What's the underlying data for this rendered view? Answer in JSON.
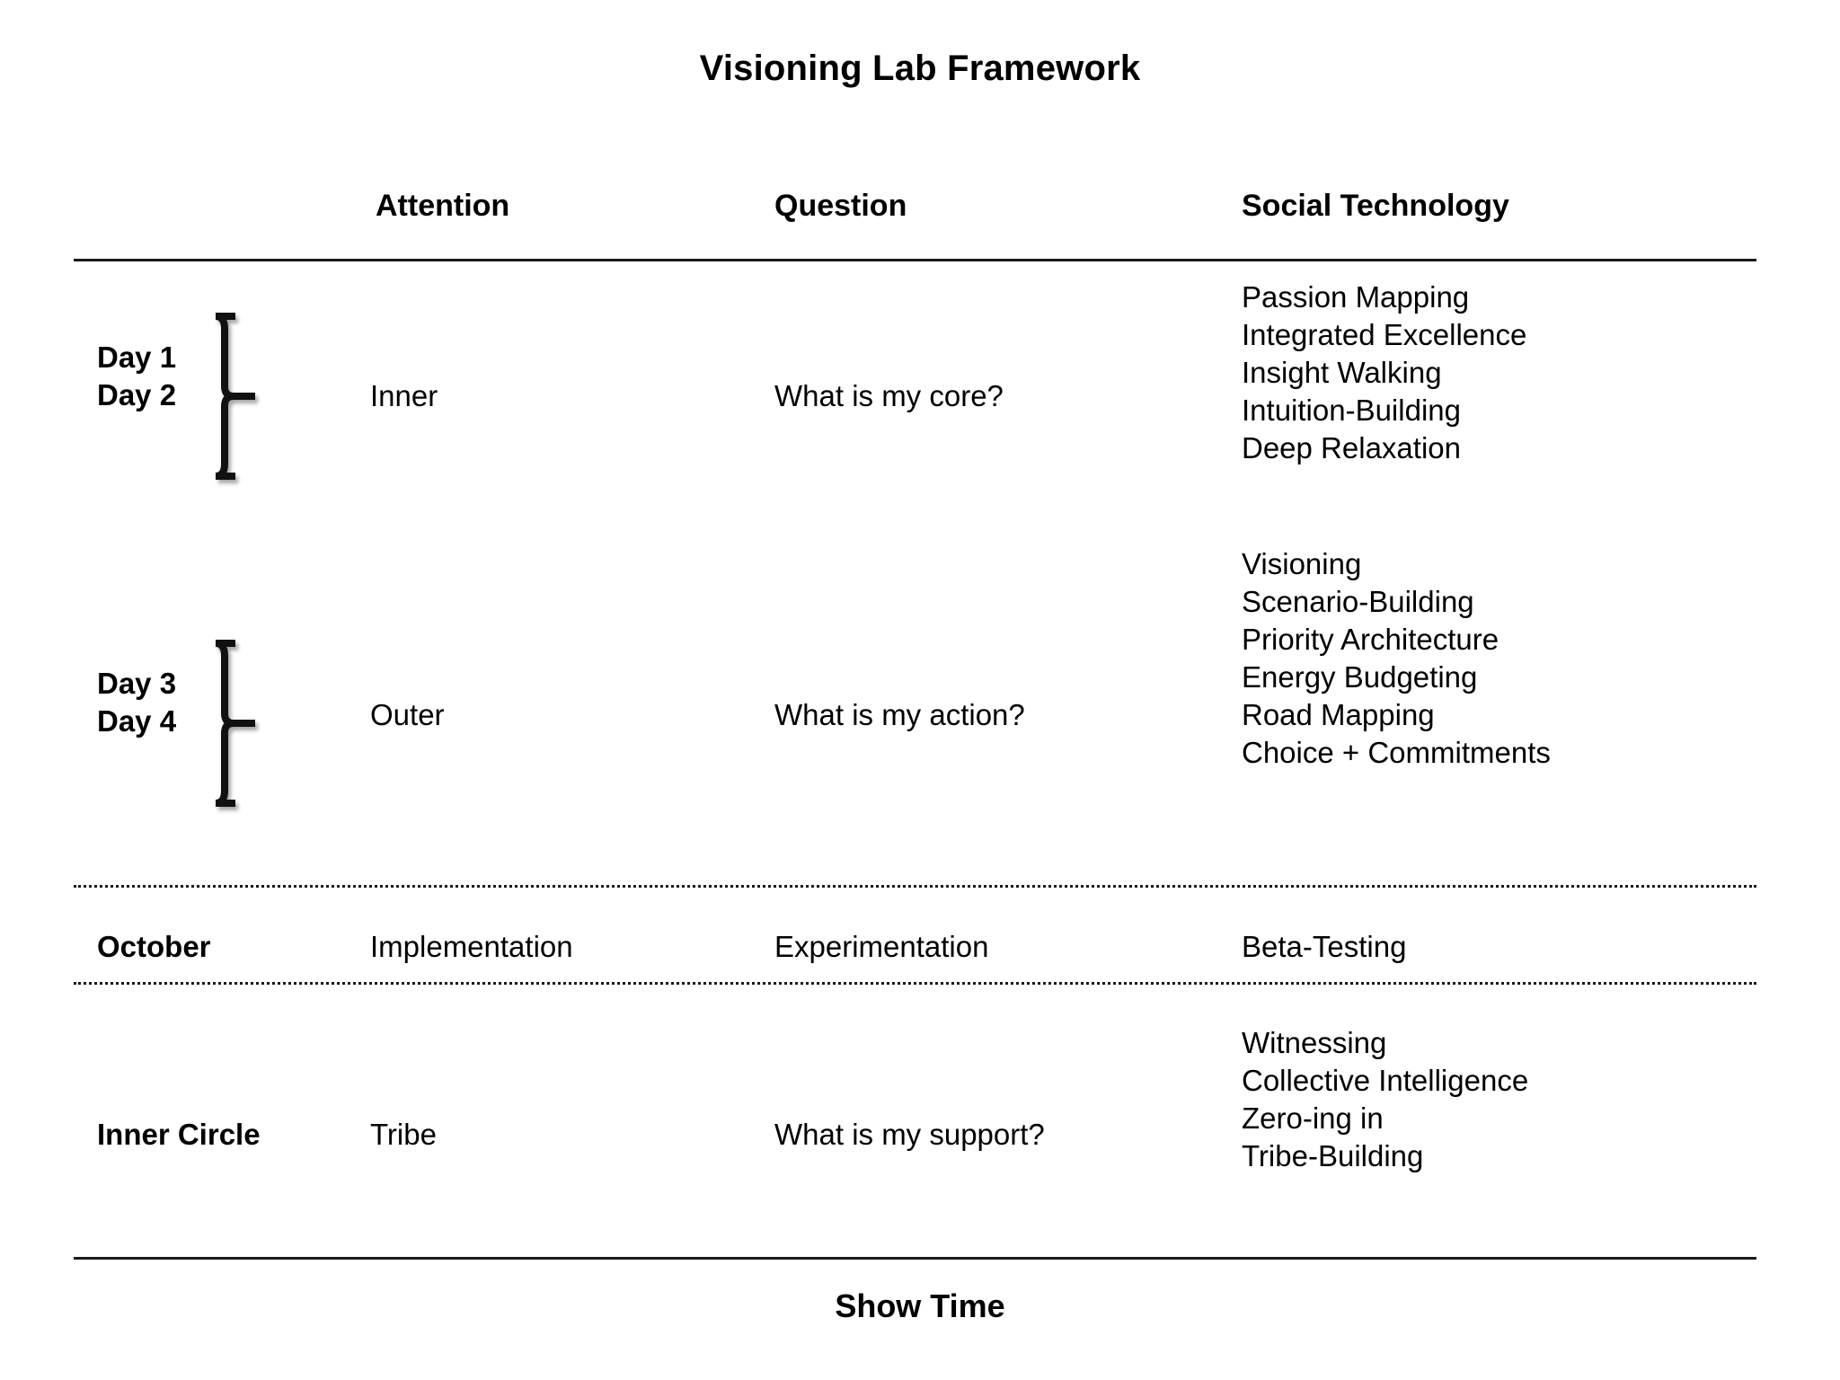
{
  "title": "Visioning Lab Framework",
  "columns": {
    "label": "",
    "attention": "Attention",
    "question": "Question",
    "social_technology": "Social Technology"
  },
  "rows": [
    {
      "label": "Day 1\nDay 2",
      "label_bold": true,
      "brace": "right-curly-brace",
      "attention": "Inner",
      "question": "What is my core?",
      "social_technology": "Passion Mapping\nIntegrated Excellence\nInsight Walking\nIntuition-Building\nDeep Relaxation"
    },
    {
      "label": "Day 3\nDay 4",
      "label_bold": true,
      "brace": "right-curly-brace",
      "attention": "Outer",
      "question": "What is my action?",
      "social_technology": "Visioning\nScenario-Building\nPriority Architecture\nEnergy Budgeting\nRoad Mapping\nChoice + Commitments"
    },
    {
      "label": "October",
      "label_bold": true,
      "attention": "Implementation",
      "question": "Experimentation",
      "social_technology": "Beta-Testing"
    },
    {
      "label": "Inner Circle",
      "label_bold": true,
      "attention": "Tribe",
      "question": "What is my support?",
      "social_technology": "Witnessing\nCollective Intelligence\nZero-ing in\nTribe-Building"
    }
  ],
  "footer": "Show Time",
  "colors": {
    "text": "#000000",
    "rule": "#1a1a1a",
    "background": "#ffffff"
  }
}
